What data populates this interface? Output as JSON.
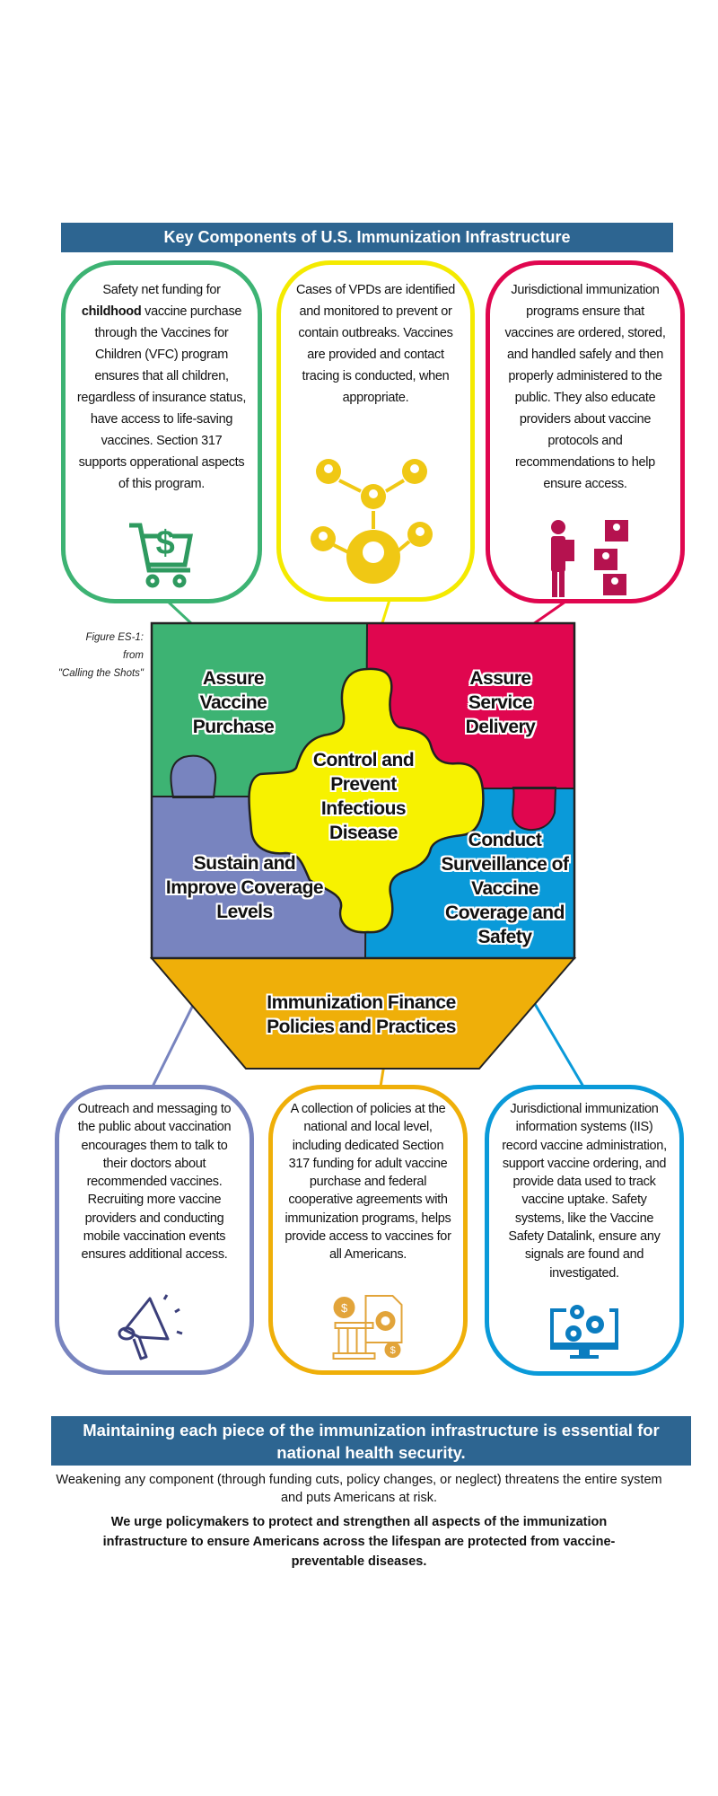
{
  "header": {
    "title": "Key Components of U.S. Immunization Infrastructure"
  },
  "top_boxes": [
    {
      "pre": "Safety net funding for ",
      "bold": "childhood",
      "post": " vaccine purchase through the Vaccines for Children (VFC) program ensures that all children, regardless of insurance status, have access to life-saving vaccines. Section 317 supports opperational aspects of this program.",
      "icon": "shopping-cart-dollar-icon",
      "color": "#3db373"
    },
    {
      "text": "Cases of VPDs are identified and monitored to prevent or contain outbreaks. Vaccines are provided and contact tracing is conducted, when appropriate.",
      "icon": "contact-network-icon",
      "color": "#f4ea00"
    },
    {
      "text": "Jurisdictional immunization programs ensure that vaccines are ordered, stored, and handled safely and then properly administered to the public. They also educate providers about vaccine protocols and recommendations to help ensure access.",
      "icon": "presenter-people-icon",
      "color": "#e0064f"
    }
  ],
  "caption": {
    "line1": "Figure ES-1:",
    "line2": "from",
    "line3": "\"Calling the Shots\""
  },
  "puzzle": {
    "green": "Assure Vaccine Purchase",
    "red": "Assure Service Delivery",
    "yellow": "Control and Prevent Infectious Disease",
    "purple": "Sustain and Improve Coverage Levels",
    "blue": "Conduct Surveillance of Vaccine Coverage and Safety",
    "base": "Immunization Finance Policies and Practices",
    "colors": {
      "green": "#3db373",
      "red": "#e0064f",
      "yellow": "#f7f200",
      "purple": "#7884bf",
      "blue": "#0a9ad9",
      "base": "#efaf09"
    }
  },
  "bottom_boxes": [
    {
      "text": "Outreach and messaging to the public about vaccination encourages them to talk to their doctors about recommended vaccines. Recruiting more vaccine providers and conducting mobile vaccination events ensures additional access.",
      "icon": "megaphone-icon",
      "color": "#7884bf"
    },
    {
      "text": "A collection of policies at the national and local level, including dedicated Section 317 funding for adult vaccine purchase and federal cooperative agreements with immunization programs, helps provide access to vaccines for all Americans.",
      "icon": "finance-policy-icon",
      "color": "#efaf09"
    },
    {
      "text": "Jurisdictional immunization information systems (IIS) record vaccine administration, support vaccine ordering, and provide data used to track vaccine uptake. Safety systems, like the Vaccine Safety Datalink, ensure any signals are found and investigated.",
      "icon": "computer-gears-icon",
      "color": "#0a9ad9"
    }
  ],
  "footer": {
    "banner": "Maintaining each piece of the immunization infrastructure is essential for national health security.",
    "body": "Weakening any component (through funding cuts, policy changes, or neglect) threatens the entire system and puts Americans at risk.",
    "urge": "We urge policymakers to protect and strengthen all aspects of the immunization infrastructure to ensure Americans across the lifespan are protected from vaccine-preventable diseases."
  }
}
